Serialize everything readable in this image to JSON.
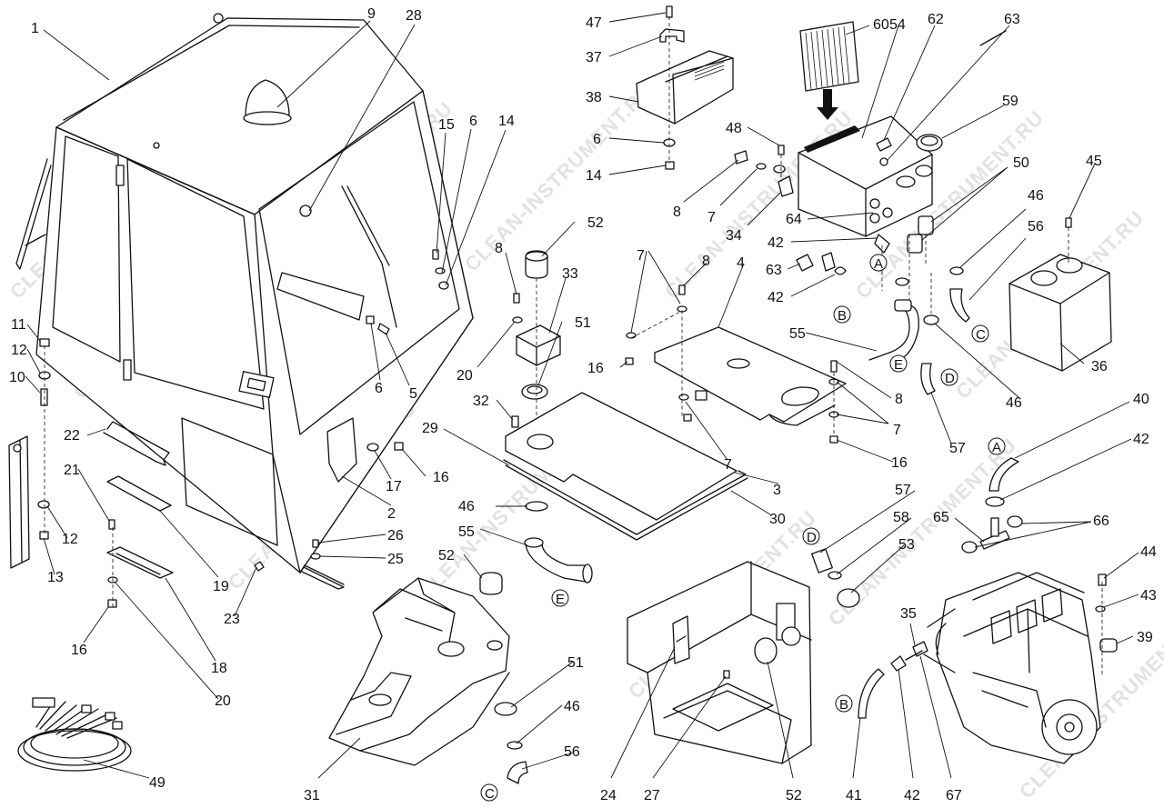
{
  "watermark": "CLEAN-INSTRUMENT.RU",
  "circle_markers": [
    "A",
    "B",
    "C",
    "D",
    "E",
    "A",
    "B",
    "C",
    "D",
    "E"
  ],
  "callouts": [
    {
      "id": "c1",
      "text": "1"
    },
    {
      "id": "c9",
      "text": "9"
    },
    {
      "id": "c28",
      "text": "28"
    },
    {
      "id": "c15",
      "text": "15"
    },
    {
      "id": "c6a",
      "text": "6"
    },
    {
      "id": "c14a",
      "text": "14"
    },
    {
      "id": "c11",
      "text": "11"
    },
    {
      "id": "c12a",
      "text": "12"
    },
    {
      "id": "c10",
      "text": "10"
    },
    {
      "id": "c22",
      "text": "22"
    },
    {
      "id": "c21",
      "text": "21"
    },
    {
      "id": "c12b",
      "text": "12"
    },
    {
      "id": "c13",
      "text": "13"
    },
    {
      "id": "c19",
      "text": "19"
    },
    {
      "id": "c16a",
      "text": "16"
    },
    {
      "id": "c18",
      "text": "18"
    },
    {
      "id": "c20a",
      "text": "20"
    },
    {
      "id": "c23",
      "text": "23"
    },
    {
      "id": "c26",
      "text": "26"
    },
    {
      "id": "c25",
      "text": "25"
    },
    {
      "id": "c17",
      "text": "17"
    },
    {
      "id": "c16b",
      "text": "16"
    },
    {
      "id": "c2",
      "text": "2"
    },
    {
      "id": "c6b",
      "text": "6"
    },
    {
      "id": "c5",
      "text": "5"
    },
    {
      "id": "c47",
      "text": "47"
    },
    {
      "id": "c37",
      "text": "37"
    },
    {
      "id": "c38",
      "text": "38"
    },
    {
      "id": "c6c",
      "text": "6"
    },
    {
      "id": "c14b",
      "text": "14"
    },
    {
      "id": "c48",
      "text": "48"
    },
    {
      "id": "c8a",
      "text": "8"
    },
    {
      "id": "c7a",
      "text": "7"
    },
    {
      "id": "c34",
      "text": "34"
    },
    {
      "id": "c52a",
      "text": "52"
    },
    {
      "id": "c8b",
      "text": "8"
    },
    {
      "id": "c33",
      "text": "33"
    },
    {
      "id": "c51a",
      "text": "51"
    },
    {
      "id": "c20b",
      "text": "20"
    },
    {
      "id": "c16c",
      "text": "16"
    },
    {
      "id": "c32",
      "text": "32"
    },
    {
      "id": "c29",
      "text": "29"
    },
    {
      "id": "c7b",
      "text": "7"
    },
    {
      "id": "c8c",
      "text": "8"
    },
    {
      "id": "c4",
      "text": "4"
    },
    {
      "id": "c7c",
      "text": "7"
    },
    {
      "id": "c3",
      "text": "3"
    },
    {
      "id": "c30",
      "text": "30"
    },
    {
      "id": "c46a",
      "text": "46"
    },
    {
      "id": "c55a",
      "text": "55"
    },
    {
      "id": "c8d",
      "text": "8"
    },
    {
      "id": "c7d",
      "text": "7"
    },
    {
      "id": "c16d",
      "text": "16"
    },
    {
      "id": "c55b",
      "text": "55"
    },
    {
      "id": "c60",
      "text": "60"
    },
    {
      "id": "c54",
      "text": "54"
    },
    {
      "id": "c62",
      "text": "62"
    },
    {
      "id": "c63a",
      "text": "63"
    },
    {
      "id": "c59",
      "text": "59"
    },
    {
      "id": "c50",
      "text": "50"
    },
    {
      "id": "c64",
      "text": "64"
    },
    {
      "id": "c42a",
      "text": "42"
    },
    {
      "id": "c63b",
      "text": "63"
    },
    {
      "id": "c42b",
      "text": "42"
    },
    {
      "id": "c46b",
      "text": "46"
    },
    {
      "id": "c45",
      "text": "45"
    },
    {
      "id": "c56a",
      "text": "56"
    },
    {
      "id": "c36",
      "text": "36"
    },
    {
      "id": "c46c",
      "text": "46"
    },
    {
      "id": "c57a",
      "text": "57"
    },
    {
      "id": "c40",
      "text": "40"
    },
    {
      "id": "c42c",
      "text": "42"
    },
    {
      "id": "c65",
      "text": "65"
    },
    {
      "id": "c66",
      "text": "66"
    },
    {
      "id": "c57b",
      "text": "57"
    },
    {
      "id": "c58",
      "text": "58"
    },
    {
      "id": "c53",
      "text": "53"
    },
    {
      "id": "c44",
      "text": "44"
    },
    {
      "id": "c43",
      "text": "43"
    },
    {
      "id": "c35",
      "text": "35"
    },
    {
      "id": "c39",
      "text": "39"
    },
    {
      "id": "c52b",
      "text": "52"
    },
    {
      "id": "c51b",
      "text": "51"
    },
    {
      "id": "c46d",
      "text": "46"
    },
    {
      "id": "c56b",
      "text": "56"
    },
    {
      "id": "c49",
      "text": "49"
    },
    {
      "id": "c31",
      "text": "31"
    },
    {
      "id": "c24",
      "text": "24"
    },
    {
      "id": "c27",
      "text": "27"
    },
    {
      "id": "c52c",
      "text": "52"
    },
    {
      "id": "c41",
      "text": "41"
    },
    {
      "id": "c42d",
      "text": "42"
    },
    {
      "id": "c67",
      "text": "67"
    }
  ]
}
